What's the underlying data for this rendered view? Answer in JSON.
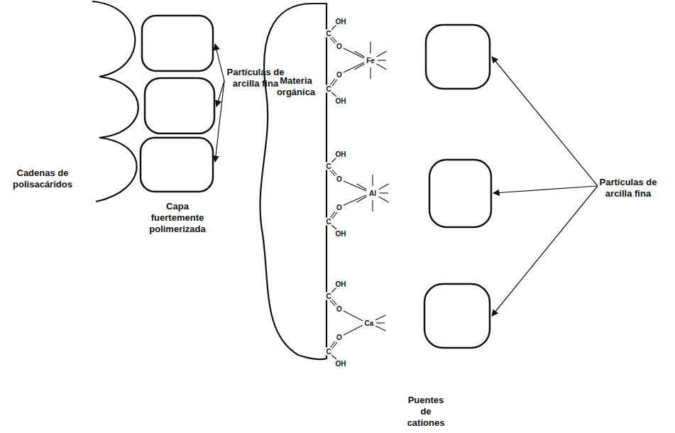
{
  "diagram": {
    "nodes": [
      {
        "text": [
          "Materia orgánica"
        ]
      }
    ],
    "labels": [
      "Cadenas de polisacáridos",
      "Partículas de arcilla fina",
      "Capa fuertemente polimerizada",
      "OH",
      "C",
      "O",
      "Fe",
      "O",
      "C",
      "OH",
      "OH",
      "C",
      "O",
      "Al",
      "O",
      "C",
      "OH",
      "OH",
      "C",
      "O",
      "Ca",
      "O",
      "C",
      "OH",
      "Partículas de arcilla fina",
      "Puentes de cationes"
    ]
  }
}
